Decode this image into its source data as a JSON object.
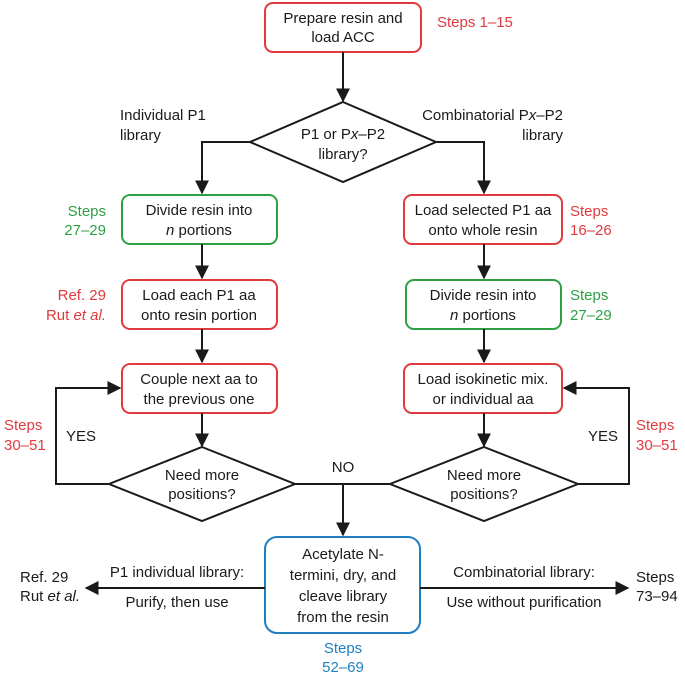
{
  "colors": {
    "red": "#e03a3e",
    "green": "#2ea043",
    "blue": "#1f7fc0",
    "ink": "#1a1a1a"
  },
  "start": {
    "line1": "Prepare resin and",
    "line2": "load ACC",
    "steps": "Steps 1–15"
  },
  "decision_library": {
    "line1": "P1 or P",
    "line1_italic": "x",
    "line1_end": "–P2",
    "line2": "library?"
  },
  "branch_left": {
    "line1": "Individual P1",
    "line2": "library"
  },
  "branch_right": {
    "line1": "Combinatorial P",
    "line1_italic": "x",
    "line1_end": "–P2",
    "line2": "library"
  },
  "left_divide": {
    "line1": "Divide resin into",
    "line2_italic": "n",
    "line2": " portions",
    "ref1": "Steps",
    "ref2": "27–29"
  },
  "left_load": {
    "line1": "Load each P1 aa",
    "line2": "onto resin portion",
    "ref1": "Ref. 29",
    "ref2": "Rut ",
    "ref2_italic": "et al."
  },
  "left_couple": {
    "line1": "Couple next aa to",
    "line2": "the previous one"
  },
  "left_loop": {
    "steps1": "Steps",
    "steps2": "30–51",
    "yes": "YES"
  },
  "left_decision": {
    "line1": "Need more",
    "line2": "positions?"
  },
  "right_load_p1": {
    "line1": "Load selected P1 aa",
    "line2": "onto whole resin",
    "ref1": "Steps",
    "ref2": "16–26"
  },
  "right_divide": {
    "line1": "Divide resin into",
    "line2_italic": "n",
    "line2": " portions",
    "ref1": "Steps",
    "ref2": "27–29"
  },
  "right_load_mix": {
    "line1": "Load isokinetic mix.",
    "line2": "or individual aa"
  },
  "right_loop": {
    "steps1": "Steps",
    "steps2": "30–51",
    "yes": "YES"
  },
  "right_decision": {
    "line1": "Need more",
    "line2": "positions?"
  },
  "no_label": "NO",
  "final": {
    "line1": "Acetylate N-",
    "line2": "termini, dry, and",
    "line3": "cleave library",
    "line4": "from the resin",
    "steps1": "Steps",
    "steps2": "52–69"
  },
  "out_left": {
    "top": "P1 individual library:",
    "bottom": "Purify, then use",
    "ref1": "Ref. 29",
    "ref2": "Rut ",
    "ref2_italic": "et al."
  },
  "out_right": {
    "top": "Combinatorial library:",
    "bottom": "Use without purification",
    "steps1": "Steps",
    "steps2": "73–94"
  }
}
